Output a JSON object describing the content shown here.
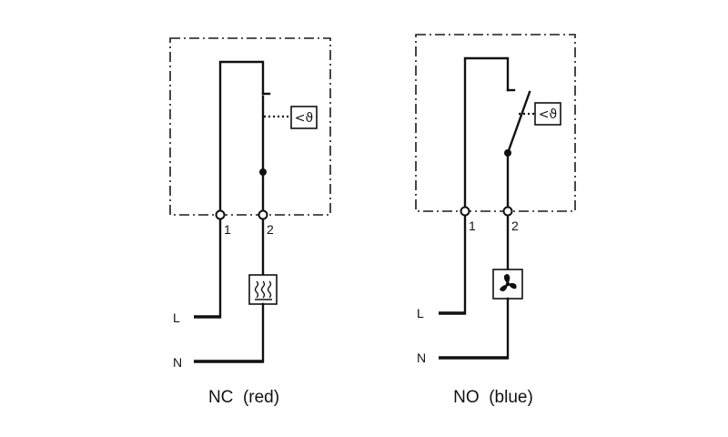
{
  "diagrams": [
    {
      "id": "nc",
      "caption": "NC  (red)",
      "terminal_1": "1",
      "terminal_2": "2",
      "line_label": "L",
      "neutral_label": "N",
      "sensor_symbol": "<ϑ",
      "load": "heater-icon"
    },
    {
      "id": "no",
      "caption": "NO  (blue)",
      "terminal_1": "1",
      "terminal_2": "2",
      "line_label": "L",
      "neutral_label": "N",
      "sensor_symbol": "<ϑ",
      "load": "fan-icon"
    }
  ]
}
